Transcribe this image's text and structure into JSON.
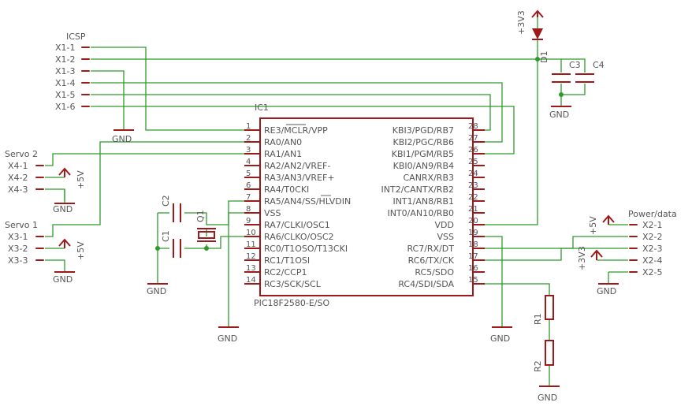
{
  "chip": {
    "name": "IC1",
    "part": "PIC18F2580-E/SO",
    "left_pins": [
      {
        "num": "1",
        "label": "RE3/MCLR/VPP"
      },
      {
        "num": "2",
        "label": "RA0/AN0"
      },
      {
        "num": "3",
        "label": "RA1/AN1"
      },
      {
        "num": "4",
        "label": "RA2/AN2/VREF-"
      },
      {
        "num": "5",
        "label": "RA3/AN3/VREF+"
      },
      {
        "num": "6",
        "label": "RA4/T0CKI"
      },
      {
        "num": "7",
        "label": "RA5/AN4/SS/HLVDIN"
      },
      {
        "num": "8",
        "label": "VSS"
      },
      {
        "num": "9",
        "label": "RA7/CLKI/OSC1"
      },
      {
        "num": "10",
        "label": "RA6/CLKO/OSC2"
      },
      {
        "num": "11",
        "label": "RC0/T1OSO/T13CKI"
      },
      {
        "num": "12",
        "label": "RC1/T1OSI"
      },
      {
        "num": "13",
        "label": "RC2/CCP1"
      },
      {
        "num": "14",
        "label": "RC3/SCK/SCL"
      }
    ],
    "right_pins": [
      {
        "num": "28",
        "label": "KBI3/PGD/RB7"
      },
      {
        "num": "27",
        "label": "KBI2/PGC/RB6"
      },
      {
        "num": "26",
        "label": "KBI1/PGM/RB5"
      },
      {
        "num": "25",
        "label": "KBI0/AN9/RB4"
      },
      {
        "num": "24",
        "label": "CANRX/RB3"
      },
      {
        "num": "23",
        "label": "INT2/CANTX/RB2"
      },
      {
        "num": "22",
        "label": "INT1/AN8/RB1"
      },
      {
        "num": "21",
        "label": "INT0/AN10/RB0"
      },
      {
        "num": "20",
        "label": "VDD"
      },
      {
        "num": "19",
        "label": "VSS"
      },
      {
        "num": "18",
        "label": "RC7/RX/DT"
      },
      {
        "num": "17",
        "label": "RC6/TX/CK"
      },
      {
        "num": "16",
        "label": "RC5/SDO"
      },
      {
        "num": "15",
        "label": "RC4/SDI/SDA"
      }
    ]
  },
  "icsp": {
    "title": "ICSP",
    "pins": [
      "X1-1",
      "X1-2",
      "X1-3",
      "X1-4",
      "X1-5",
      "X1-6"
    ]
  },
  "servo2": {
    "title": "Servo 2",
    "pins": [
      "X4-1",
      "X4-2",
      "X4-3"
    ]
  },
  "servo1": {
    "title": "Servo 1",
    "pins": [
      "X3-1",
      "X3-2",
      "X3-3"
    ]
  },
  "power": {
    "title": "Power/data",
    "pins": [
      "X2-1",
      "X2-2",
      "X2-3",
      "X2-4",
      "X2-5"
    ]
  },
  "labels": {
    "gnd": "GND",
    "p5v": "+5V",
    "p3v3": "+3V3",
    "d1": "D1",
    "c1": "C1",
    "c2": "C2",
    "c3": "C3",
    "c4": "C4",
    "q1": "Q1",
    "r1": "R1",
    "r2": "R2"
  },
  "colors": {
    "wire": "#2e9a2e",
    "part": "#9e1a1a",
    "text": "#555555"
  }
}
